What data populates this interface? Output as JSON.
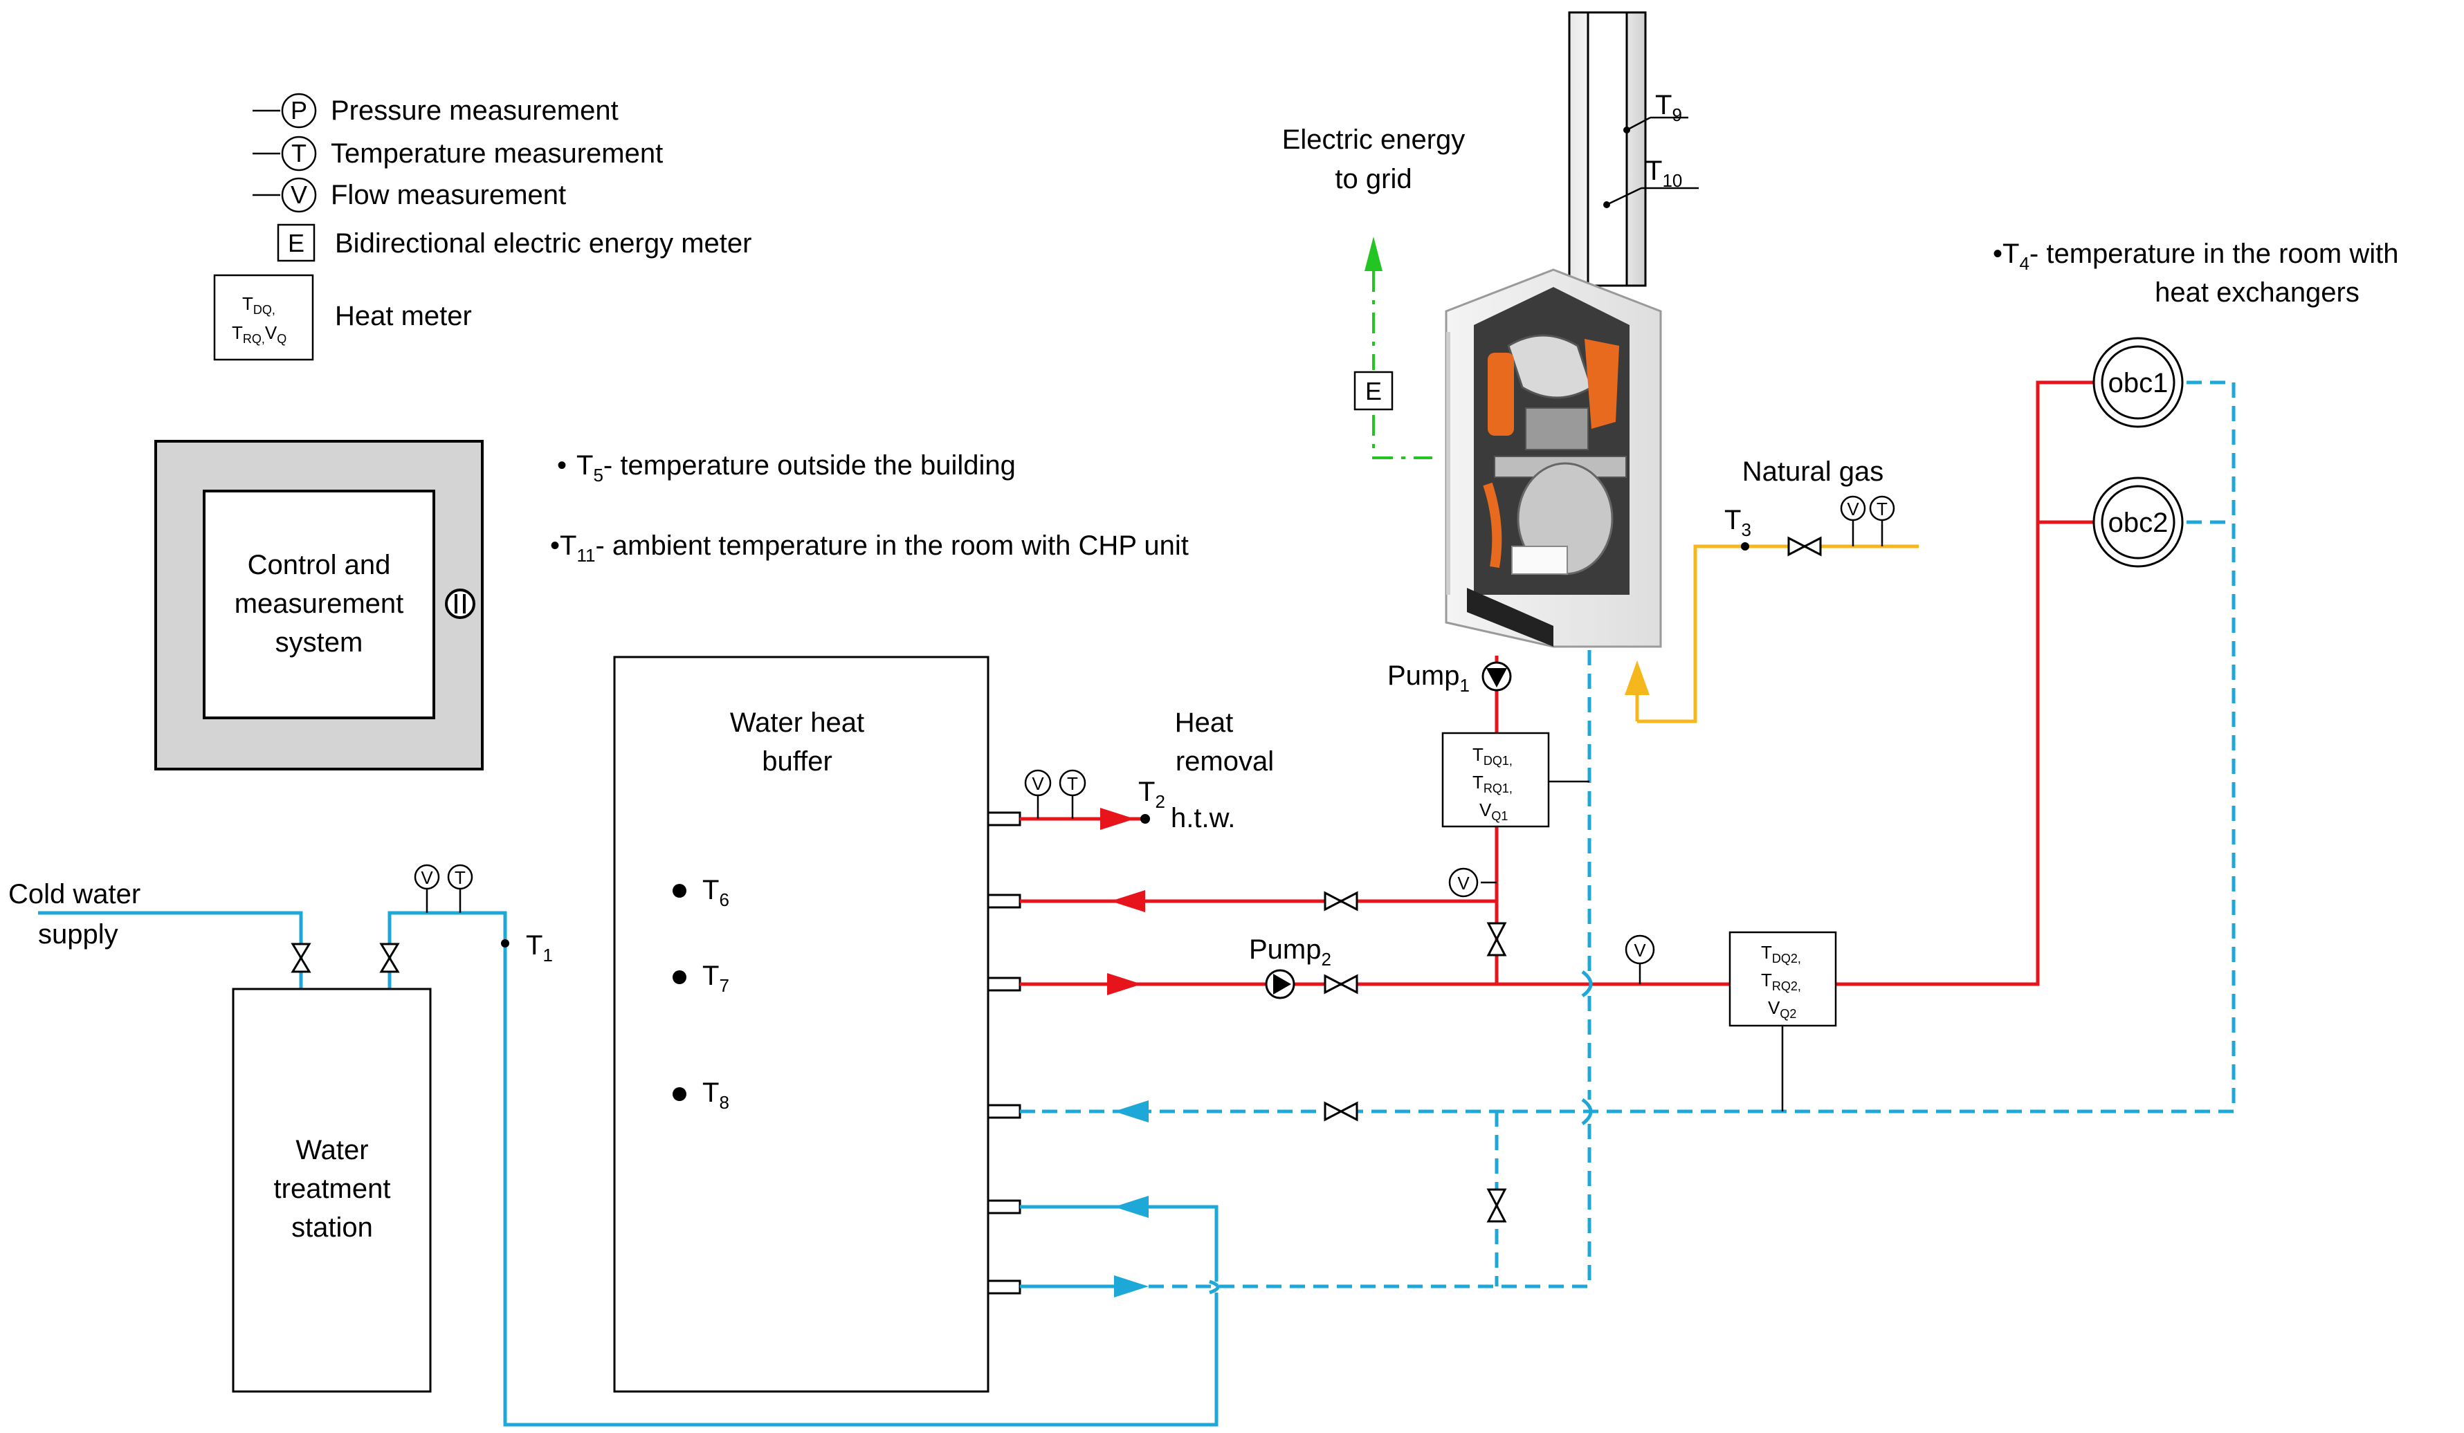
{
  "legend": {
    "pressure_symbol": "P",
    "pressure": "Pressure measurement",
    "temperature_symbol": "T",
    "temperature": "Temperature measurement",
    "flow_symbol": "V",
    "flow": "Flow measurement",
    "energy_symbol": "E",
    "energy_meter": "Bidirectional electric energy meter",
    "heat_meter_l1_t": "T",
    "heat_meter_l1_sub": "DQ,",
    "heat_meter_l2_t": "T",
    "heat_meter_l2_sub": "RQ,",
    "heat_meter_l2_v": "V",
    "heat_meter_l2_vsub": "Q",
    "heat_meter": "Heat meter"
  },
  "control_system": {
    "line1": "Control and",
    "line2": "measurement",
    "line3": "system"
  },
  "notes": {
    "t5_bullet": "•",
    "t5_symbol": "T",
    "t5_sub": "5",
    "t5_text": "- temperature outside the building",
    "t11_bullet": "•",
    "t11_symbol": "T",
    "t11_sub": "11",
    "t11_text": "- ambient temperature in the room with CHP unit",
    "t4_bullet": "•",
    "t4_symbol": "T",
    "t4_sub": "4",
    "t4_text_line1": "- temperature in the room with",
    "t4_text_line2": "heat exchangers"
  },
  "chimney": {
    "t9_symbol": "T",
    "t9_sub": "9",
    "t10_symbol": "T",
    "t10_sub": "10"
  },
  "grid": {
    "line1": "Electric energy",
    "line2": "to grid",
    "meter_symbol": "E"
  },
  "gas": {
    "label": "Natural gas",
    "t3_symbol": "T",
    "t3_sub": "3",
    "flow_symbol": "V",
    "temp_symbol": "T"
  },
  "pumps": {
    "pump1": "Pump",
    "pump1_sub": "1",
    "pump2": "Pump",
    "pump2_sub": "2"
  },
  "heat_meter1": {
    "l1": "T",
    "l1_sub": "DQ1,",
    "l2": "T",
    "l2_sub": "RQ1,",
    "l3": "V",
    "l3_sub": "Q1"
  },
  "heat_meter2": {
    "l1": "T",
    "l1_sub": "DQ2,",
    "l2": "T",
    "l2_sub": "RQ2,",
    "l3": "V",
    "l3_sub": "Q2"
  },
  "buffer": {
    "line1": "Water heat",
    "line2": "buffer",
    "t6_symbol": "T",
    "t6_sub": "6",
    "t7_symbol": "T",
    "t7_sub": "7",
    "t8_symbol": "T",
    "t8_sub": "8"
  },
  "heat_removal": {
    "line1": "Heat",
    "line2": "removal",
    "htw": "h.t.w.",
    "t2_symbol": "T",
    "t2_sub": "2",
    "flow_symbol": "V",
    "temp_symbol": "T"
  },
  "cold_water": {
    "line1": "Cold water",
    "line2": "supply",
    "t1_symbol": "T",
    "t1_sub": "1",
    "flow_symbol": "V",
    "temp_symbol": "T"
  },
  "water_treatment": {
    "line1": "Water",
    "line2": "treatment",
    "line3": "station"
  },
  "exchangers": {
    "obc1": "obc1",
    "obc2": "obc2"
  },
  "flow_meters": {
    "return_flow_symbol": "V",
    "supply_flow_symbol": "V"
  },
  "colors": {
    "supply": "#e8141c",
    "return": "#1ea8d8",
    "gas": "#f6b71c",
    "electric": "#22c522"
  }
}
